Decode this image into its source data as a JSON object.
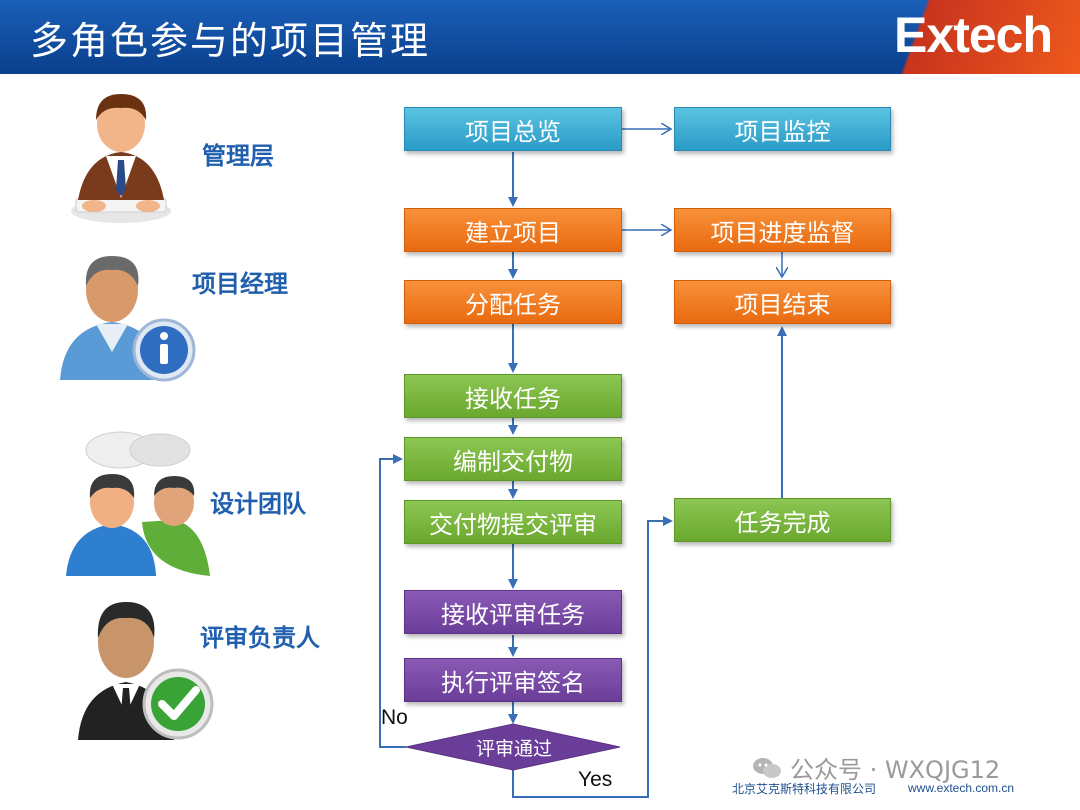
{
  "header": {
    "title": "多角色参与的项目管理",
    "logo": "Extech"
  },
  "roles": [
    {
      "label": "管理层",
      "icon": "manager-at-keyboard-icon"
    },
    {
      "label": "项目经理",
      "icon": "project-manager-info-icon"
    },
    {
      "label": "设计团队",
      "icon": "design-team-chat-icon"
    },
    {
      "label": "评审负责人",
      "icon": "reviewer-check-icon"
    }
  ],
  "flow": {
    "overview": "项目总览",
    "monitor": "项目监控",
    "create": "建立项目",
    "progress": "项目进度监督",
    "assign": "分配任务",
    "finish": "项目结束",
    "receive_task": "接收任务",
    "compile": "编制交付物",
    "submit": "交付物提交评审",
    "task_done": "任务完成",
    "receive_review": "接收评审任务",
    "sign": "执行评审签名",
    "decision": "评审通过",
    "no": "No",
    "yes": "Yes"
  },
  "colors": {
    "header": "#0a3f8c",
    "blue": "#2a9bc8",
    "orange": "#e96a10",
    "green": "#6aa82e",
    "purple": "#6a3d99",
    "role_label": "#1f5fae",
    "connector": "#3a6fb5"
  },
  "footer": {
    "watermark": "公众号 · WXQJG12",
    "company": "北京艾克斯特科技有限公司",
    "url": "www.extech.com.cn"
  }
}
